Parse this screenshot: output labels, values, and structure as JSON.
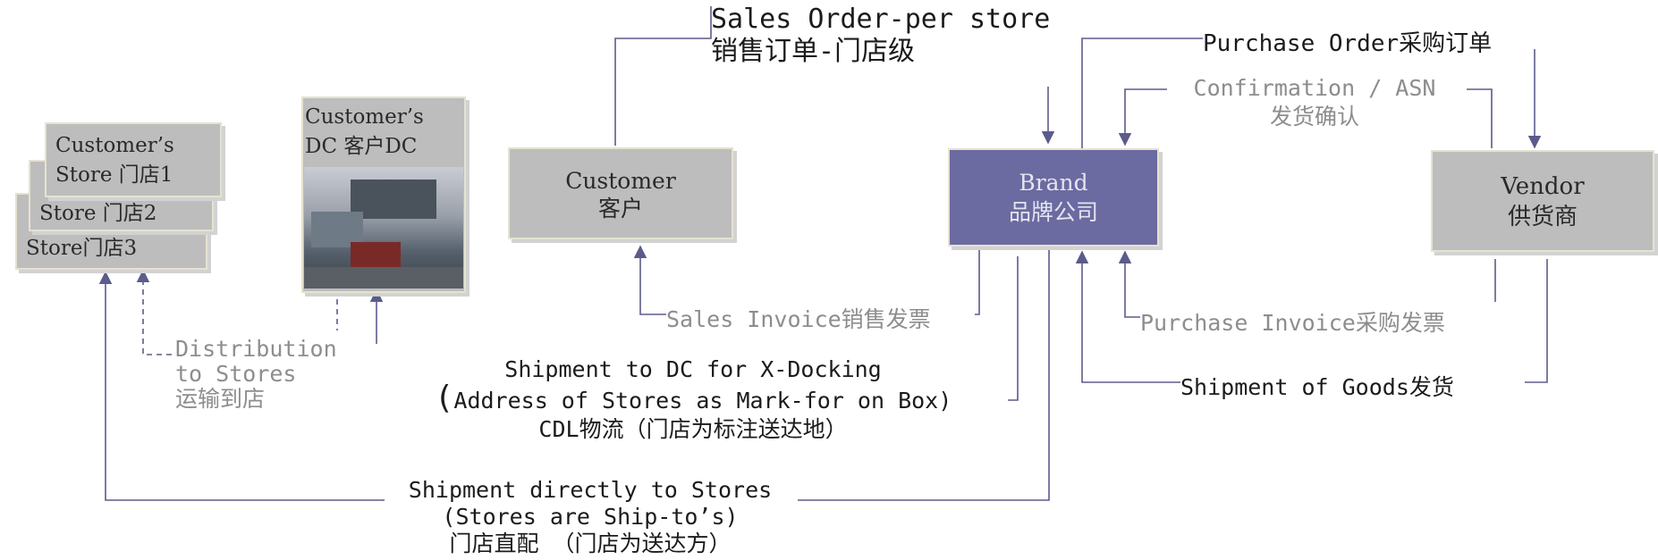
{
  "stores": {
    "store1": [
      "Customer’s",
      "Store 门店1"
    ],
    "store2": "Store 门店2",
    "store3": "Store门店3"
  },
  "dc": {
    "line1": "Customer’s",
    "line2": "DC 客户DC"
  },
  "customer": {
    "line1": "Customer",
    "line2": "客户"
  },
  "brand": {
    "line1": "Brand",
    "line2": "品牌公司"
  },
  "vendor": {
    "line1": "Vendor",
    "line2": "供货商"
  },
  "labels": {
    "sales_order": [
      "Sales Order-per store",
      "销售订单-门店级"
    ],
    "purchase_order": "Purchase Order采购订单",
    "confirmation": [
      "Confirmation / ASN",
      "发货确认"
    ],
    "sales_invoice": "Sales Invoice销售发票",
    "purchase_invoice": "Purchase Invoice采购发票",
    "shipment_goods": "Shipment of Goods发货",
    "distribution": [
      "Distribution",
      "to Stores",
      "运输到店"
    ],
    "shipment_dc": [
      "Shipment to DC for X-Docking",
      "(",
      "Address of Stores as Mark-for on Box)",
      "CDL物流（门店为标注送达地）"
    ],
    "shipment_direct": [
      "Shipment directly to Stores",
      "(Stores are Ship-to’s)",
      "门店直配 （门店为送达方）"
    ]
  },
  "colors": {
    "box_grey": "#bdbdbd",
    "brand_fill": "#6b6aa1",
    "brand_text": "#e4e4ef",
    "connector": "#5b5b8c",
    "grey_text": "#8d8d8d"
  }
}
